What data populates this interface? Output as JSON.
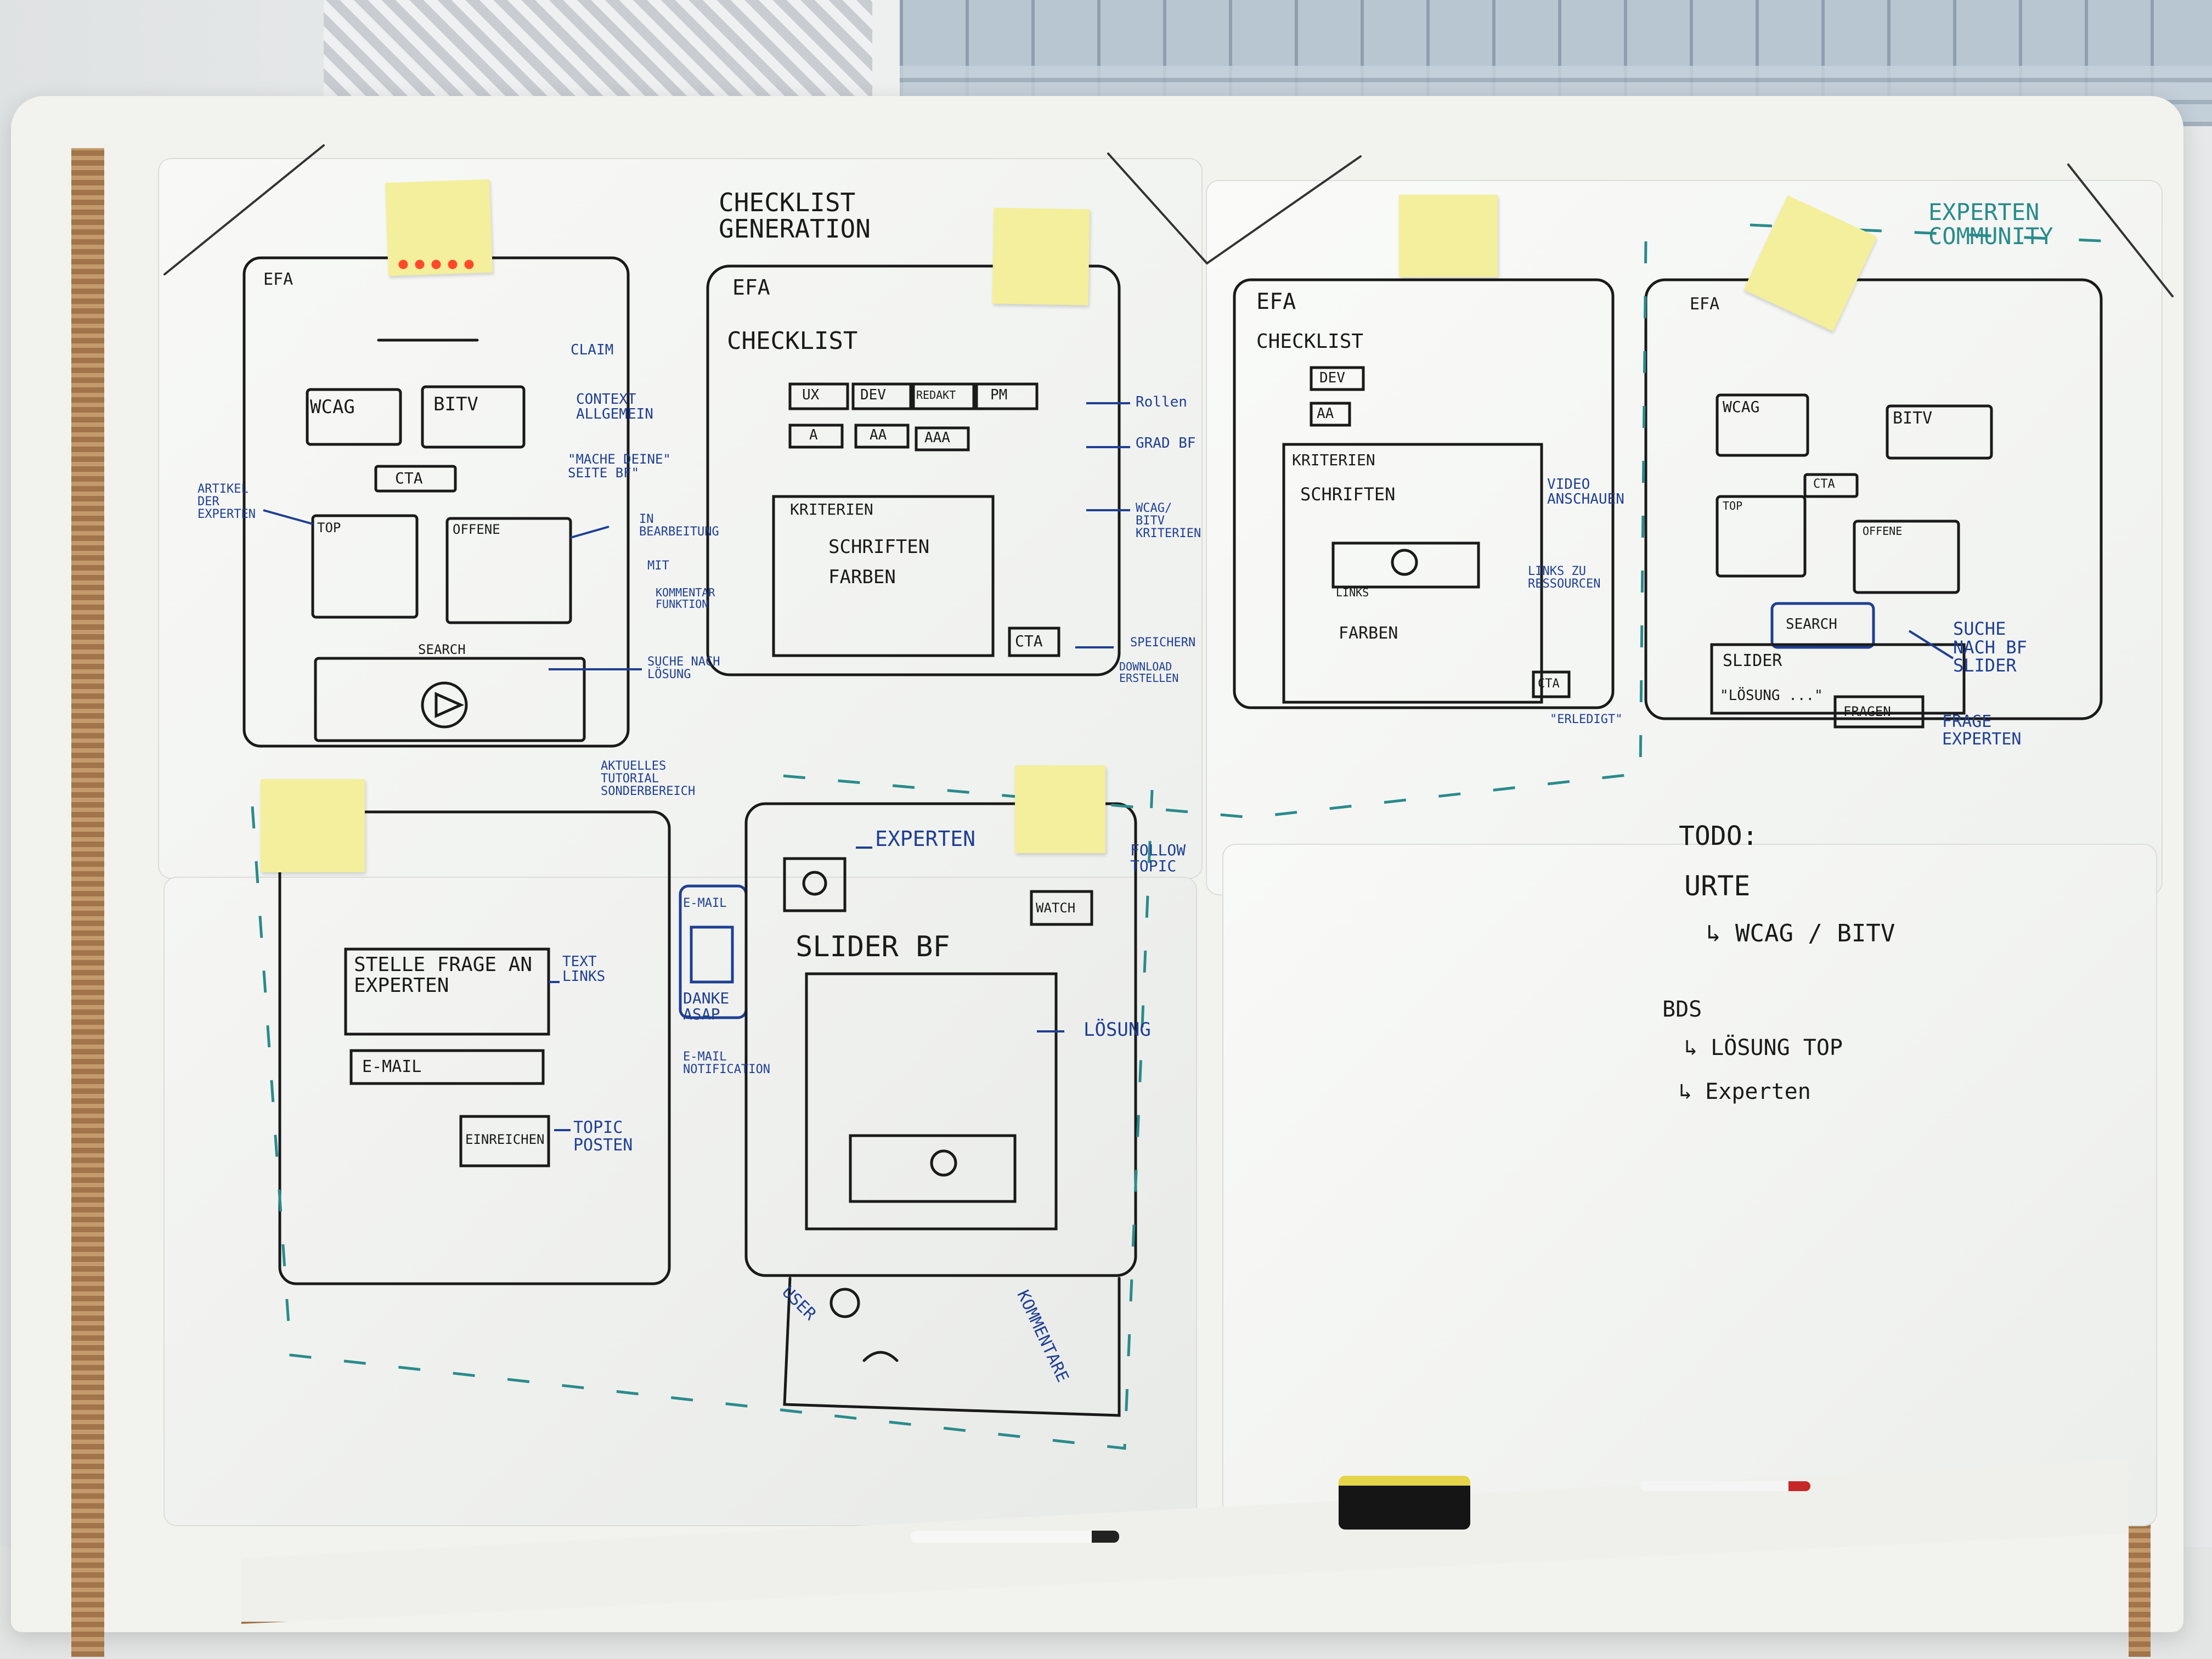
{
  "colors": {
    "wall": "#e9ebec",
    "board": "#f4f5f3",
    "ink_black": "#1a1a1a",
    "ink_blue": "#1f3f93",
    "ink_teal": "#2a8b8b",
    "sticky": "#f3ef9c",
    "cardboard": "#a87a4c"
  },
  "sketch_top_left": {
    "logo": "EFA",
    "wcag": "WCAG",
    "bitv": "BITV",
    "cta": "CTA",
    "top": "TOP",
    "offene": "OFFENE",
    "search": "SEARCH",
    "note_claim": "CLAIM",
    "note_context": "CONTEXT ALLGEMEIN",
    "note_mache": "\"MACHE DEINE\" SEITE BF\"",
    "note_artikel": "ARTIKEL DER EXPERTEN",
    "note_bearbeitung": "IN BEARBEITUNG",
    "note_mit": "MIT",
    "note_kommentar": "KOMMENTAR FUNKTION",
    "note_suche": "SUCHE NACH LÖSUNG",
    "note_aktuelles": "AKTUELLES TUTORIAL SONDERBEREICH"
  },
  "sketch_top_mid": {
    "title": "CHECKLIST GENERATION",
    "logo": "EFA",
    "checklist": "CHECKLIST",
    "roles": [
      "UX",
      "DEV",
      "REDAKT",
      "PM"
    ],
    "levels": [
      "A",
      "AA",
      "AAA"
    ],
    "kriterien": "KRITERIEN",
    "schriften": "SCHRIFTEN",
    "farben": "FARBEN",
    "cta": "CTA",
    "note_rollen": "Rollen",
    "note_grad": "GRAD BF",
    "note_wcag": "WCAG/ BITV KRITERIEN",
    "note_speichern": "SPEICHERN",
    "note_download": "DOWNLOAD ERSTELLEN"
  },
  "sketch_top_right1": {
    "logo": "EFA",
    "checklist": "CHECKLIST",
    "dev": "DEV",
    "aa": "AA",
    "kriterien": "KRITERIEN",
    "schriften": "SCHRIFTEN",
    "links": "LINKS",
    "farben": "FARBEN",
    "cta": "CTA",
    "note_video": "VIDEO ANSCHAUEN",
    "note_links": "LINKS ZU RESSOURCEN",
    "note_erledigt": "\"ERLEDIGT\""
  },
  "sketch_top_right2": {
    "header": "EXPERTEN COMMUNITY",
    "logo": "EFA",
    "wcag": "WCAG",
    "bitv": "BITV",
    "cta": "CTA",
    "top": "TOP",
    "offene": "OFFENE",
    "search": "SEARCH",
    "slider": "SLIDER",
    "loesung": "\"LÖSUNG ...\"",
    "fragen": "FRAGEN",
    "note_suche": "SUCHE NACH BF SLIDER",
    "note_frage": "FRAGE EXPERTEN"
  },
  "sketch_bottom_left": {
    "stelle": "STELLE FRAGE AN EXPERTEN",
    "email": "E-MAIL",
    "einreichen": "EINREICHEN",
    "note_text": "TEXT LINKS",
    "note_topic": "TOPIC POSTEN",
    "mail_label": "E-MAIL",
    "danke": "DANKE ASAP",
    "note_email": "E-MAIL NOTIFICATION"
  },
  "sketch_bottom_mid": {
    "experten": "EXPERTEN",
    "watch": "WATCH",
    "slider_bf": "SLIDER BF",
    "note_follow": "FOLLOW TOPIC",
    "note_loesung": "LÖSUNG",
    "user": "USER",
    "kommentare": "KOMMENTARE"
  },
  "todo": {
    "title": "TODO:",
    "lines": [
      "URTE",
      "↳ WCAG / BITV",
      "BDS",
      "↳ LÖSUNG TOP",
      "↳ Experten"
    ]
  }
}
